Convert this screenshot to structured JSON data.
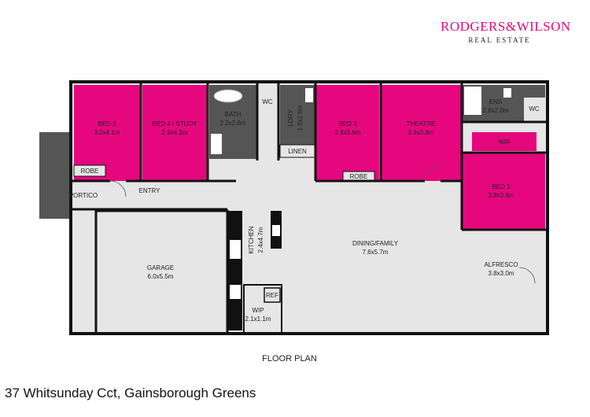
{
  "brand": {
    "name_left": "RODGERS",
    "ampersand": "&",
    "name_right": "WILSON",
    "tagline": "REAL ESTATE",
    "color": "#e6077e"
  },
  "colors": {
    "bedroom": "#e6077e",
    "living": "#e6e6e6",
    "garage": "#e6e6e6",
    "outdoor": "#555555",
    "wall": "#111111",
    "wet": "#555555"
  },
  "rooms": {
    "bed2": {
      "name": "BED 2",
      "size": "3.0x4.1m"
    },
    "bed4": {
      "name": "BED 4 / STUDY",
      "size": "2.9x4.1m"
    },
    "bath": {
      "name": "BATH",
      "size": "2.2x2.6m"
    },
    "wc1": {
      "name": "WC"
    },
    "ldry": {
      "name": "LDRY",
      "size": "1.6x2.6m"
    },
    "linen": {
      "name": "LINEN"
    },
    "bed3": {
      "name": "BED 3",
      "size": "2.8x3.6m"
    },
    "theatre": {
      "name": "THEATRE",
      "size": "3.6x3.8m"
    },
    "ens": {
      "name": "ENS",
      "size": "2.8x2.0m"
    },
    "wc2": {
      "name": "WC"
    },
    "wir": {
      "name": "WIR"
    },
    "bed1": {
      "name": "BED 1",
      "size": "3.8x3.6m"
    },
    "robe1": {
      "name": "ROBE"
    },
    "robe2": {
      "name": "ROBE"
    },
    "portico": {
      "name": "PORTICO"
    },
    "entry": {
      "name": "ENTRY"
    },
    "kitchen": {
      "name": "KITCHEN",
      "size": "2.4x4.7m"
    },
    "dining": {
      "name": "DINING/FAMILY",
      "size": "7.6x5.7m"
    },
    "garage": {
      "name": "GARAGE",
      "size": "6.0x5.5m"
    },
    "alfresco": {
      "name": "ALFRESCO",
      "size": "3.8x3.0m"
    },
    "ref": {
      "name": "REF"
    },
    "wip": {
      "name": "WIP",
      "size": "2.1x1.1m"
    }
  },
  "caption": "FLOOR PLAN",
  "address": "37 Whitsunday Cct, Gainsborough Greens"
}
